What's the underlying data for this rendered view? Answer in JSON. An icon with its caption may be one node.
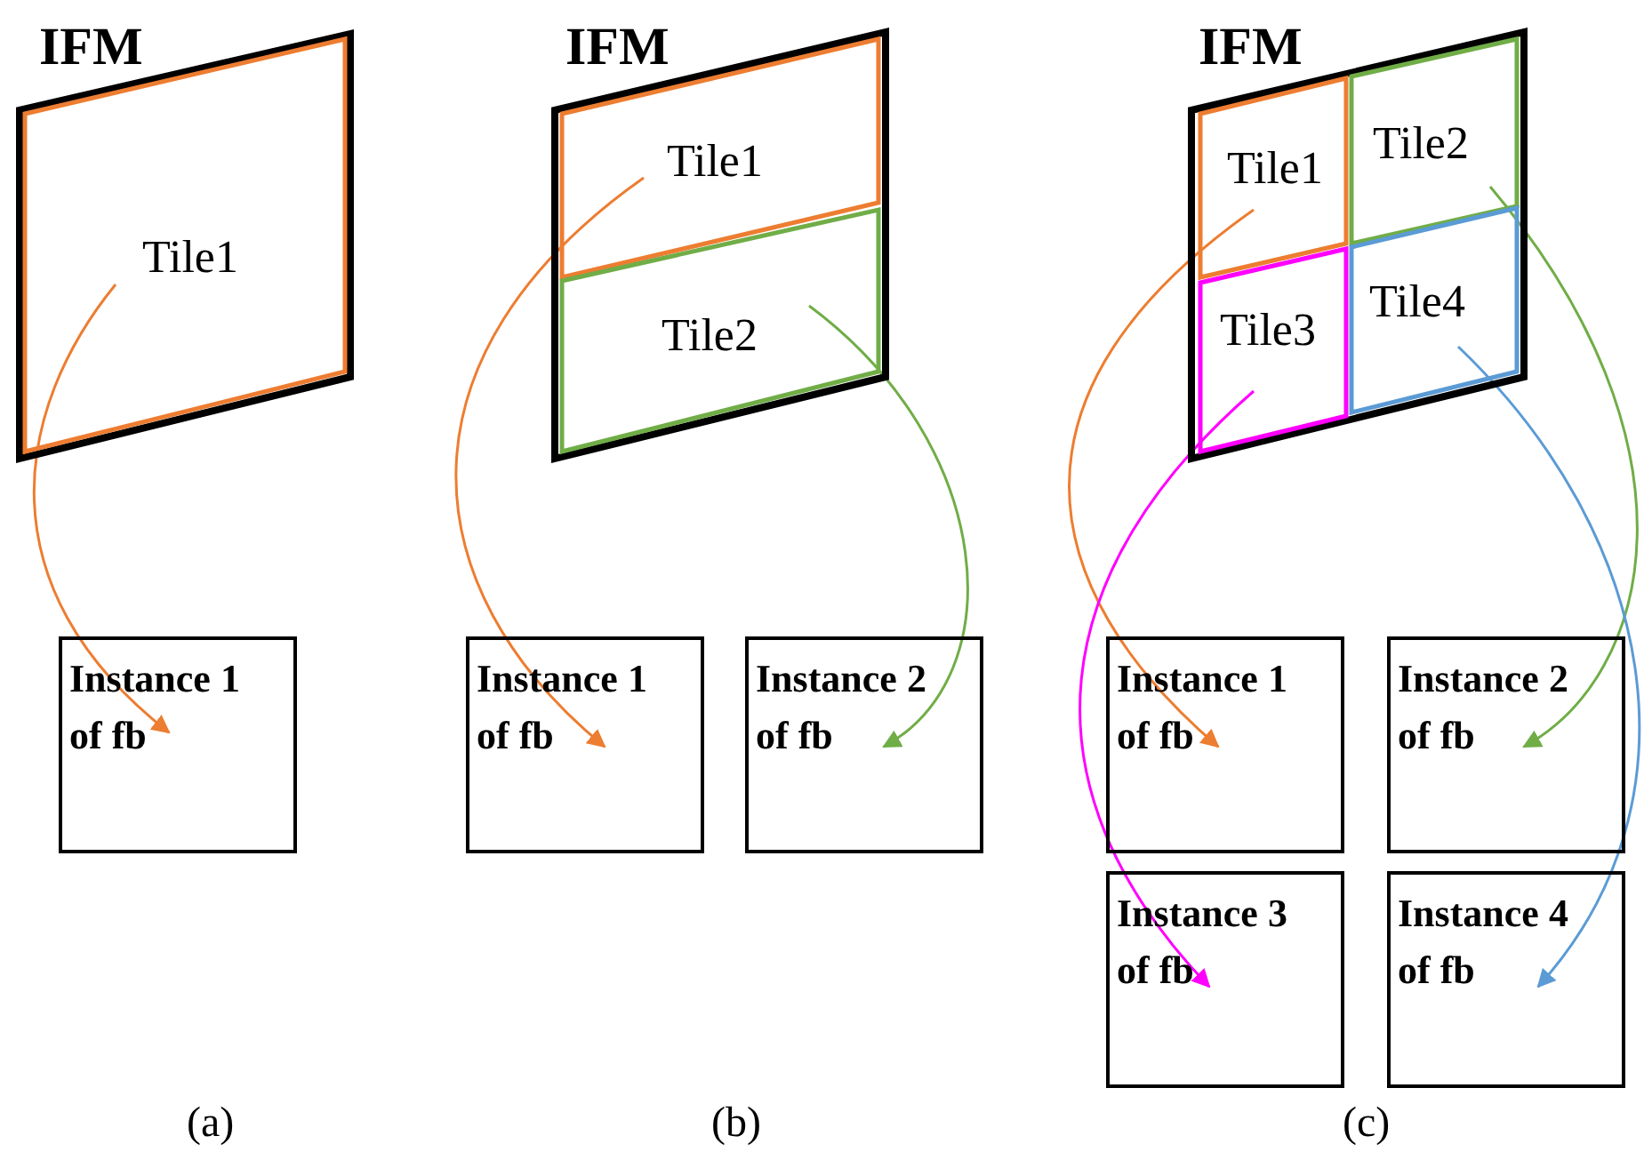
{
  "diagram": {
    "nodes": [
      {
        "text": [
          "IFM"
        ]
      },
      {
        "text": [
          "Tile1"
        ],
        "in": 0
      },
      {
        "text": [
          "Instance 1 of fb"
        ]
      },
      {
        "text": [
          "IFM"
        ]
      },
      {
        "text": [
          "Tile1"
        ],
        "in": 3
      },
      {
        "text": [
          "Tile2"
        ],
        "in": 3
      },
      {
        "text": [
          "Instance 1 of fb"
        ]
      },
      {
        "text": [
          "Instance 2 of fb"
        ]
      },
      {
        "text": [
          "IFM"
        ]
      },
      {
        "text": [
          "Tile1"
        ],
        "in": 8
      },
      {
        "text": [
          "Tile2"
        ],
        "in": 8
      },
      {
        "text": [
          "Tile3"
        ],
        "in": 8
      },
      {
        "text": [
          "Tile4"
        ],
        "in": 8
      },
      {
        "text": [
          "Instance 1 of fb"
        ]
      },
      {
        "text": [
          "Instance 2 of fb"
        ]
      },
      {
        "text": [
          "Instance 3 of fb"
        ]
      },
      {
        "text": [
          "Instance 4 of fb"
        ]
      }
    ],
    "edges": [
      {
        "from": 1,
        "to": 2,
        "arrow": "to",
        "color": "#ed7d31"
      },
      {
        "from": 4,
        "to": 6,
        "arrow": "to",
        "color": "#ed7d31"
      },
      {
        "from": 5,
        "to": 7,
        "arrow": "to",
        "color": "#70ad47"
      },
      {
        "from": 9,
        "to": 13,
        "arrow": "to",
        "color": "#ed7d31"
      },
      {
        "from": 10,
        "to": 14,
        "arrow": "to",
        "color": "#70ad47"
      },
      {
        "from": 11,
        "to": 15,
        "arrow": "to",
        "color": "#ff00ff"
      },
      {
        "from": 12,
        "to": 16,
        "arrow": "to",
        "color": "#5b9bd5"
      }
    ],
    "labels": [
      "(a)",
      "(b)",
      "(c)"
    ]
  }
}
